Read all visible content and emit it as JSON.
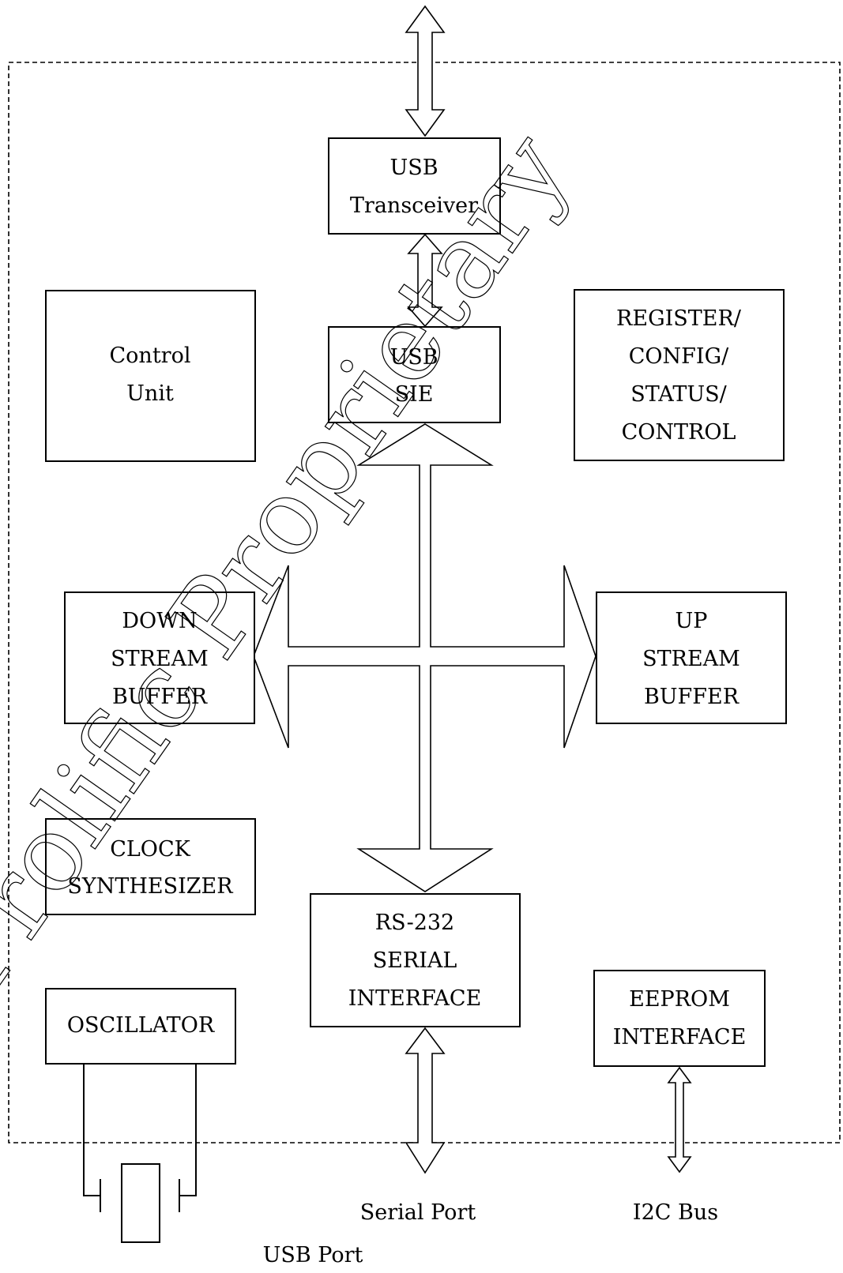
{
  "blocks": {
    "usb_transceiver": [
      "USB",
      "Transceiver"
    ],
    "usb_sie": [
      "USB",
      "SIE"
    ],
    "control_unit": [
      "Control",
      "Unit"
    ],
    "register": [
      "REGISTER/",
      "CONFIG/",
      "STATUS/",
      "CONTROL"
    ],
    "downstream_buffer": [
      "DOWN",
      "STREAM",
      "BUFFER"
    ],
    "upstream_buffer": [
      "UP",
      "STREAM",
      "BUFFER"
    ],
    "clock_synthesizer": [
      "CLOCK",
      "SYNTHESIZER"
    ],
    "serial_interface": [
      "RS-232",
      "SERIAL",
      "INTERFACE"
    ],
    "oscillator": [
      "OSCILLATOR"
    ],
    "eeprom_interface": [
      "EEPROM",
      "INTERFACE"
    ]
  },
  "external": {
    "serial_port": "Serial Port",
    "i2c_bus": "I2C Bus",
    "usb_port": "USB Port"
  },
  "watermark": "Prolific Proprietary"
}
